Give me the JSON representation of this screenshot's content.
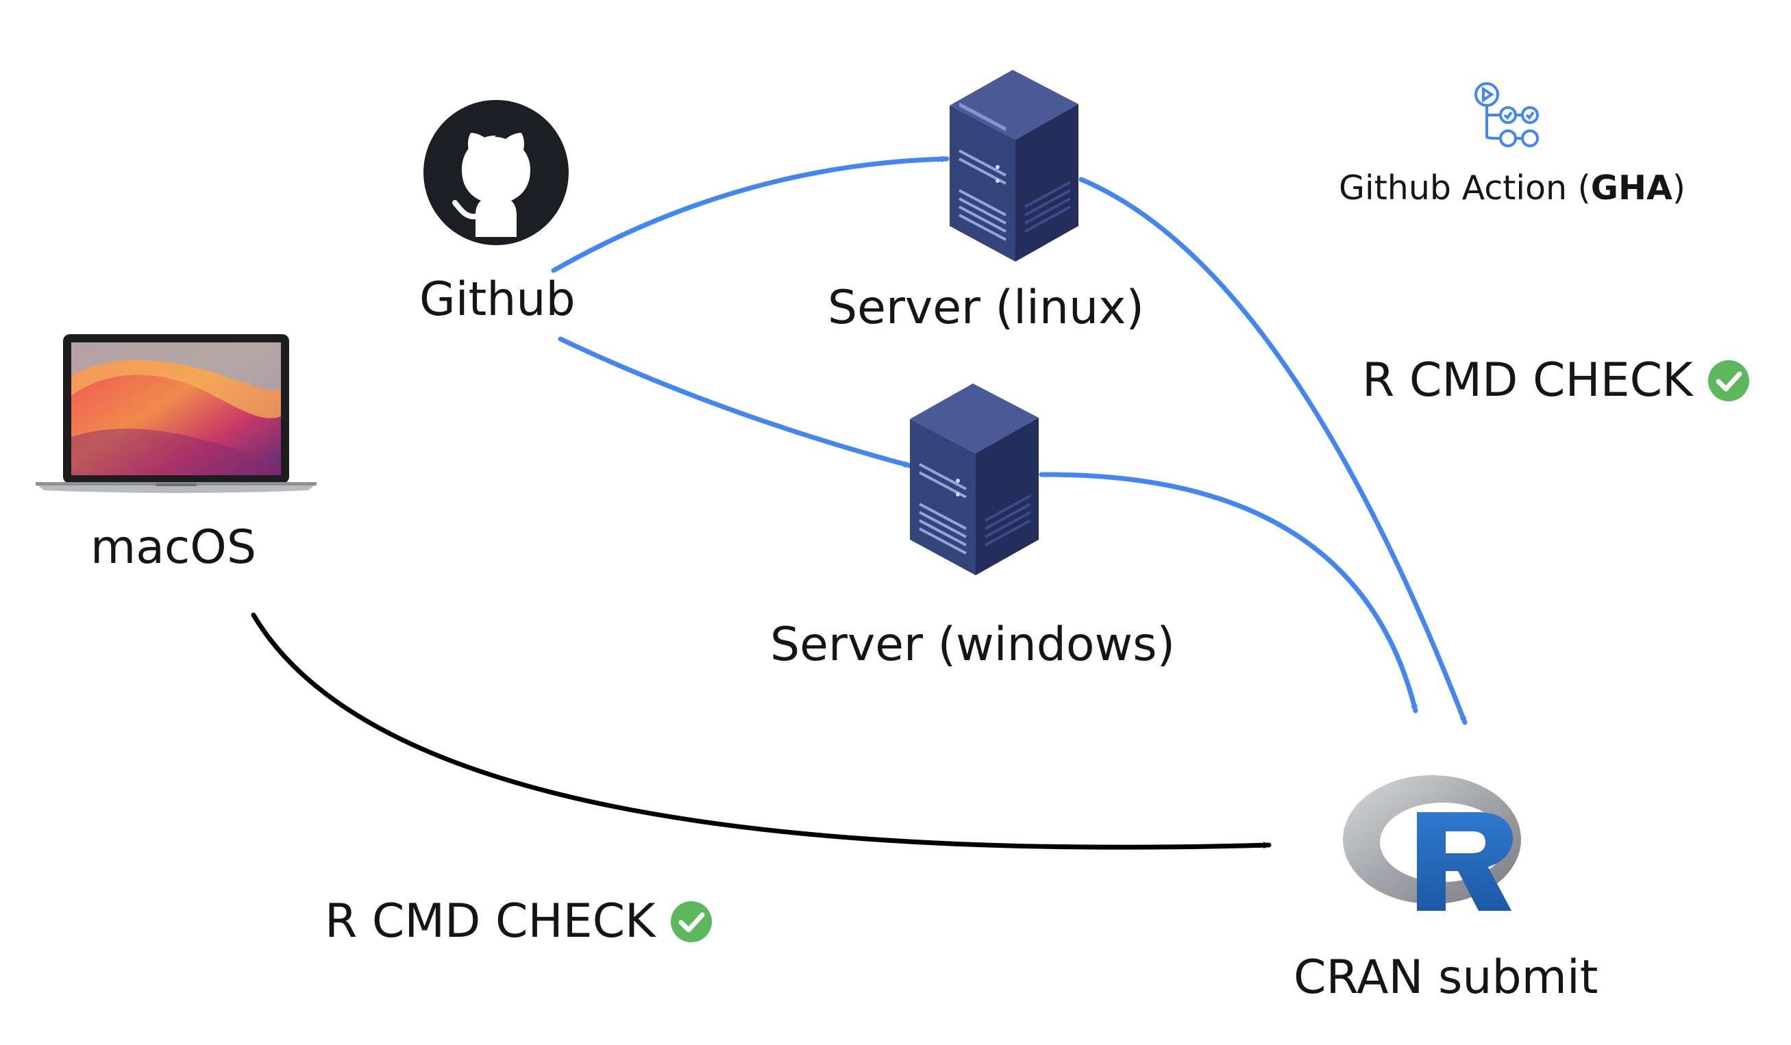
{
  "nodes": {
    "github": {
      "label": "Github",
      "icon": "github-octocat-icon"
    },
    "server_linux": {
      "label": "Server (linux)",
      "icon": "server-icon"
    },
    "server_windows": {
      "label": "Server (windows)",
      "icon": "server-icon"
    },
    "macos": {
      "label": "macOS",
      "icon": "macbook-laptop-icon"
    },
    "cran": {
      "label": "CRAN submit",
      "icon": "r-logo-icon"
    }
  },
  "gha": {
    "prefix": "Github Action (",
    "abbr": "GHA",
    "suffix": ")",
    "icon": "github-actions-workflow-icon"
  },
  "checks": {
    "gha": {
      "text": "R CMD CHECK",
      "icon": "check-circle-icon"
    },
    "local": {
      "text": "R CMD CHECK",
      "icon": "check-circle-icon"
    }
  },
  "colors": {
    "ci_arrow": "#4285f4",
    "local_arrow": "#000000",
    "check_green": "#5cb85c",
    "server_dark": "#25325e",
    "server_mid": "#34447a",
    "server_light": "#4a5a98",
    "r_blue": "#2167b7",
    "r_gray": "#a8aab0"
  }
}
